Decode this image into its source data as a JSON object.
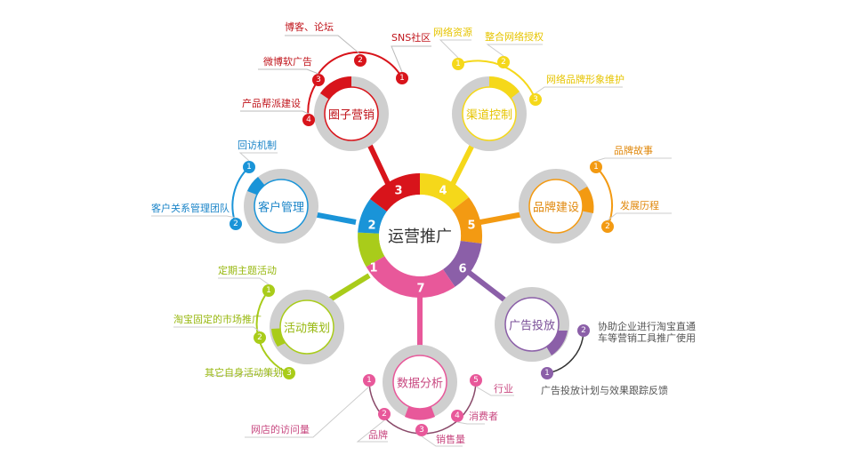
{
  "hub": {
    "title": "运营推广",
    "segments": [
      {
        "num": "1",
        "color": "#a9cc1a"
      },
      {
        "num": "2",
        "color": "#1a94d8"
      },
      {
        "num": "3",
        "color": "#d8141b"
      },
      {
        "num": "4",
        "color": "#f5d81a"
      },
      {
        "num": "5",
        "color": "#f39a12"
      },
      {
        "num": "6",
        "color": "#8b5fa8"
      },
      {
        "num": "7",
        "color": "#e8589a"
      }
    ]
  },
  "nodes": {
    "circle_marketing": {
      "title": "圈子营销",
      "color": "#d8141b",
      "items": [
        {
          "num": "1",
          "label": "SNS社区"
        },
        {
          "num": "2",
          "label": "博客、论坛"
        },
        {
          "num": "3",
          "label": "微博软广告"
        },
        {
          "num": "4",
          "label": "产品帮派建设"
        }
      ]
    },
    "channel_control": {
      "title": "渠道控制",
      "color": "#f5d81a",
      "items": [
        {
          "num": "1",
          "label": "网络资源"
        },
        {
          "num": "2",
          "label": "整合网络授权"
        },
        {
          "num": "3",
          "label": "网络品牌形象维护"
        }
      ]
    },
    "brand_building": {
      "title": "品牌建设",
      "color": "#f39a12",
      "items": [
        {
          "num": "1",
          "label": "品牌故事"
        },
        {
          "num": "2",
          "label": "发展历程"
        }
      ]
    },
    "customer_management": {
      "title": "客户管理",
      "color": "#1a94d8",
      "items": [
        {
          "num": "1",
          "label": "回访机制"
        },
        {
          "num": "2",
          "label": "客户关系管理团队"
        }
      ]
    },
    "activity_planning": {
      "title": "活动策划",
      "color": "#a9cc1a",
      "items": [
        {
          "num": "1",
          "label": "定期主题活动"
        },
        {
          "num": "2",
          "label": "淘宝固定的市场推广"
        },
        {
          "num": "3",
          "label": "其它自身活动策划"
        }
      ]
    },
    "ad_placement": {
      "title": "广告投放",
      "color": "#8b5fa8",
      "items": [
        {
          "num": "1",
          "label": "广告投放计划与效果跟踪反馈"
        },
        {
          "num": "2",
          "label": "协助企业进行淘宝直通车等营销工具推广使用"
        }
      ]
    },
    "data_analysis": {
      "title": "数据分析",
      "color": "#e8589a",
      "items": [
        {
          "num": "1",
          "label": "网店的访问量"
        },
        {
          "num": "2",
          "label": "品牌"
        },
        {
          "num": "3",
          "label": "销售量"
        },
        {
          "num": "4",
          "label": "消费者"
        },
        {
          "num": "5",
          "label": "行业"
        }
      ]
    }
  }
}
